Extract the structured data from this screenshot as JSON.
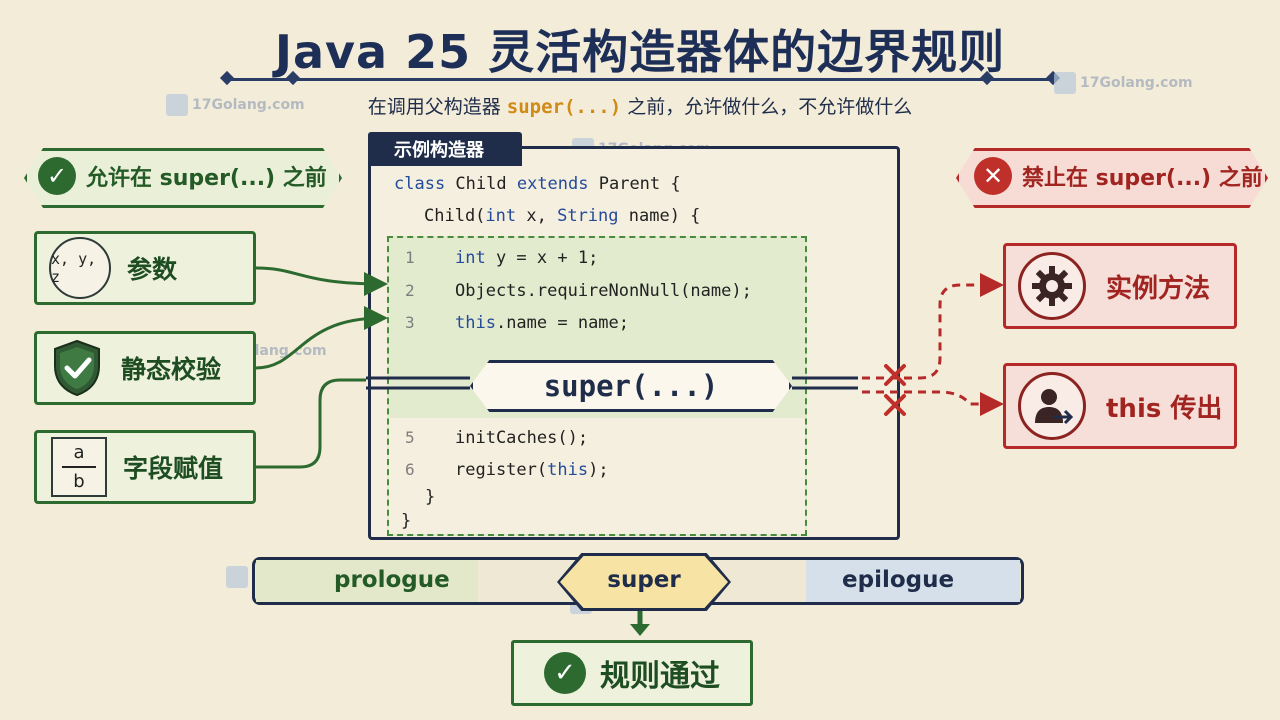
{
  "title": "Java 25 灵活构造器体的边界规则",
  "subtitle": {
    "before": "在调用父构造器 ",
    "highlight": "super(...)",
    "after": " 之前，允许做什么，不允许做什么"
  },
  "watermark": "17Golang.com",
  "allowed": {
    "header": "允许在 super(...) 之前",
    "items": [
      {
        "icon": "xyz-circle-icon",
        "icon_text": "x, y, z",
        "label": "参数"
      },
      {
        "icon": "shield-check-icon",
        "label": "静态校验"
      },
      {
        "icon": "fraction-icon",
        "numerator": "a",
        "denominator": "b",
        "label": "字段赋值"
      }
    ]
  },
  "forbidden": {
    "header": "禁止在 super(...) 之前",
    "items": [
      {
        "icon": "gear-icon",
        "label": "实例方法"
      },
      {
        "icon": "user-arrow-icon",
        "label": "this 传出"
      }
    ]
  },
  "code_panel": {
    "tab_label": "示例构造器",
    "line_class": "class Child extends Parent {",
    "line_ctor": "Child(int x, String name) {",
    "prologue_lines": [
      {
        "num": "1",
        "code": "int y = x + 1;"
      },
      {
        "num": "2",
        "code": "Objects.requireNonNull(name);"
      },
      {
        "num": "3",
        "code": "this.name = name;"
      }
    ],
    "super_call": "super(...)",
    "epilogue_lines": [
      {
        "num": "5",
        "code": "initCaches();"
      },
      {
        "num": "6",
        "code": "register(this);"
      }
    ],
    "close_inner": "}",
    "close_outer": "}"
  },
  "flow": {
    "prologue": "prologue",
    "super": "super",
    "epilogue": "epilogue"
  },
  "result": {
    "label": "规则通过"
  },
  "colors": {
    "navy": "#1f2d4a",
    "green": "#2d6a2f",
    "red": "#b52a28",
    "accent": "#d28a16",
    "background": "#f3ecd9"
  }
}
